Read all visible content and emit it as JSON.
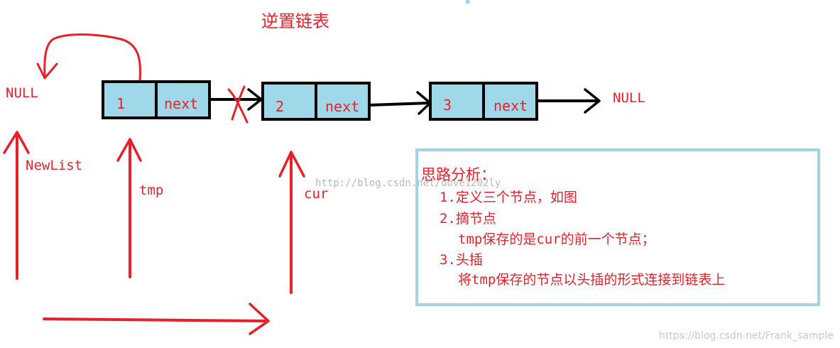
{
  "title": "逆置链表",
  "nodes": [
    {
      "value": "1",
      "next_label": "next"
    },
    {
      "value": "2",
      "next_label": "next"
    },
    {
      "value": "3",
      "next_label": "next"
    }
  ],
  "null_left": "NULL",
  "null_right": "NULL",
  "pointers": {
    "newlist": "NewList",
    "tmp": "tmp",
    "cur": "cur"
  },
  "analysis": {
    "heading": "思路分析：",
    "lines": [
      "1.定义三个节点，如图",
      "2.摘节点",
      "tmp保存的是cur的前一个节点；",
      "3.头插",
      "将tmp保存的节点以头插的形式连接到链表上"
    ]
  },
  "watermarks": {
    "center": "http://blog.csdn.net/dove1202ly",
    "bottom_right": "https://blog.csdn.net/Frank_sample"
  },
  "colors": {
    "node_fill": "#9fd8e8",
    "node_stroke": "#000000",
    "annotation": "#e8202a",
    "box_border": "#9fd5e6"
  }
}
